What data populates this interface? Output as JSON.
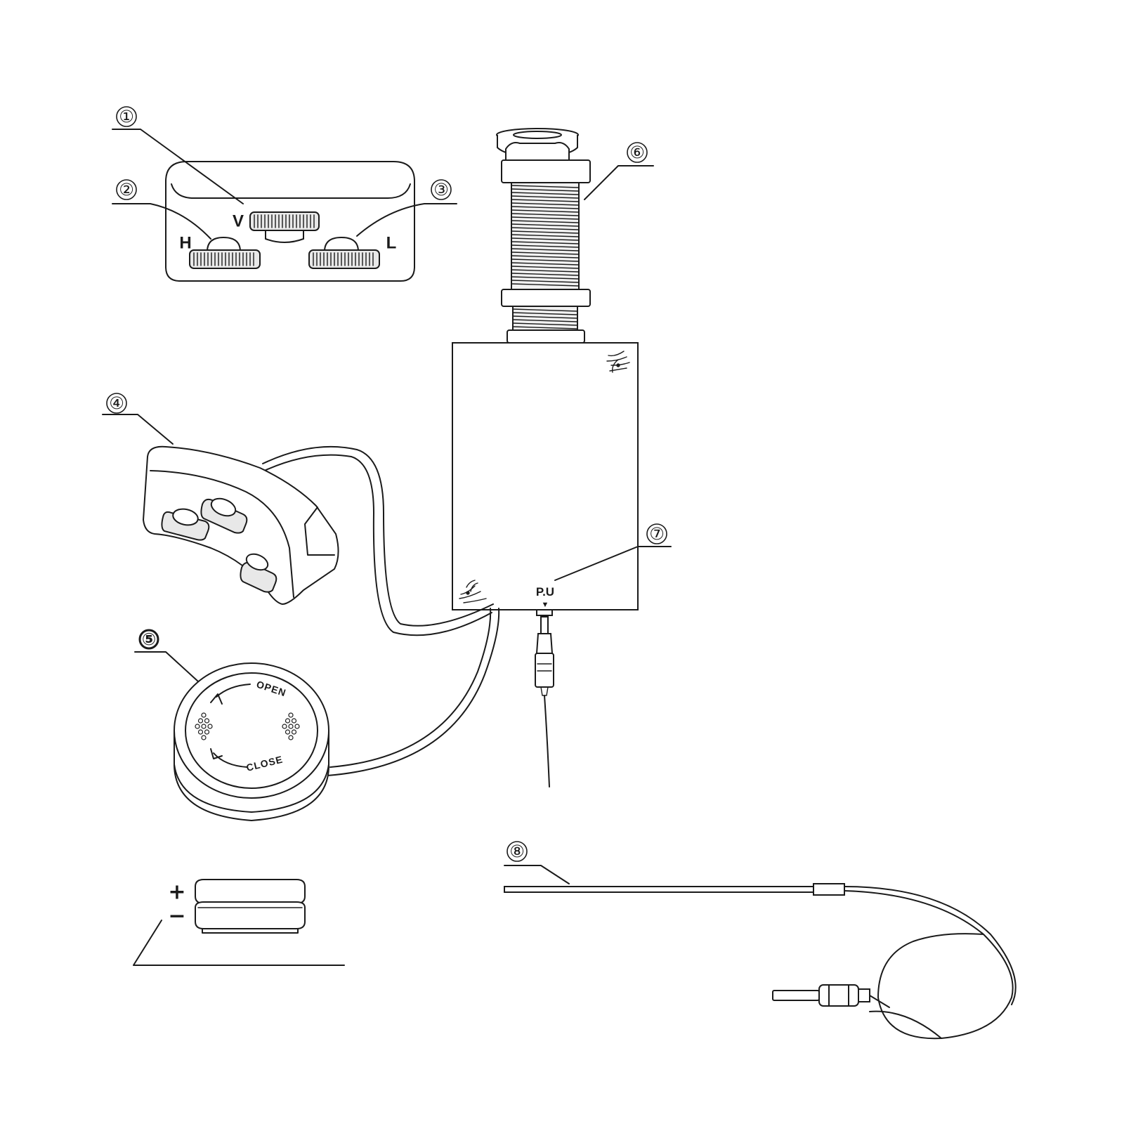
{
  "callouts": {
    "c1": "①",
    "c2": "②",
    "c3": "③",
    "c4": "④",
    "c5": "⑤",
    "c6": "⑥",
    "c7": "⑦",
    "c8": "⑧"
  },
  "controls": {
    "volume": "V",
    "high": "H",
    "low": "L"
  },
  "jack_label": "P.U",
  "jack_arrow": "▼",
  "battery_cap": {
    "open": "OPEN",
    "close": "CLOSE"
  },
  "battery": {
    "plus": "+",
    "minus": "−"
  },
  "icons": [
    "leaf-ornament-icon",
    "battery-coin-icon",
    "audio-jack-icon"
  ],
  "colors": {
    "line": "#1a1a1a",
    "background": "#ffffff"
  }
}
